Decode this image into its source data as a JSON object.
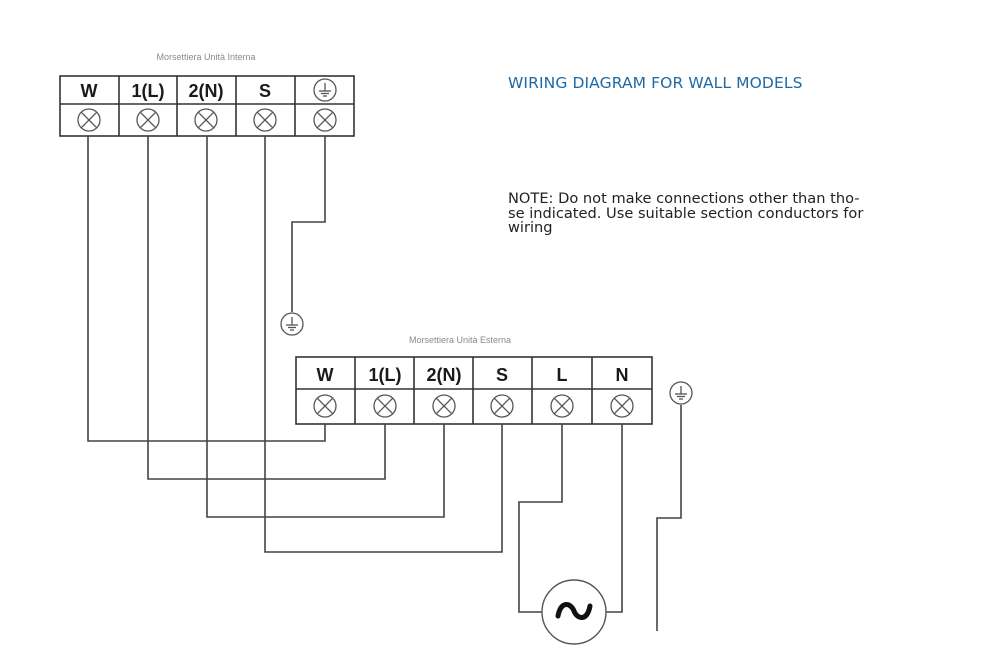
{
  "title": "WIRING DIAGRAM FOR WALL MODELS",
  "note": {
    "lines": [
      "NOTE: Do not make connections other than tho-",
      "se indicated. Use suitable section conductors for",
      "wiring"
    ]
  },
  "indoor_block": {
    "label": "Morsettiera Unità Interna",
    "terminals": [
      "W",
      "1(L)",
      "2(N)",
      "S",
      "earth"
    ]
  },
  "outdoor_block": {
    "label": "Morsettiera Unità Esterna",
    "terminals": [
      "W",
      "1(L)",
      "2(N)",
      "S",
      "L",
      "N"
    ]
  },
  "connections": [
    {
      "from": "indoor.W",
      "to": "outdoor.W"
    },
    {
      "from": "indoor.1(L)",
      "to": "outdoor.1(L)"
    },
    {
      "from": "indoor.2(N)",
      "to": "outdoor.2(N)"
    },
    {
      "from": "indoor.S",
      "to": "outdoor.S"
    },
    {
      "from": "indoor.earth",
      "to": "earth-ground"
    },
    {
      "from": "outdoor.L",
      "to": "ac-supply"
    },
    {
      "from": "outdoor.N",
      "to": "ac-supply"
    },
    {
      "from": "outdoor-earth",
      "to": "ground-line"
    }
  ],
  "symbols": {
    "ac_source": "ac-source-icon",
    "earth": "earth-ground-icon",
    "terminal_screw": "terminal-screw-icon"
  },
  "colors": {
    "title": "#1f6aa5",
    "lines": "#444444"
  }
}
